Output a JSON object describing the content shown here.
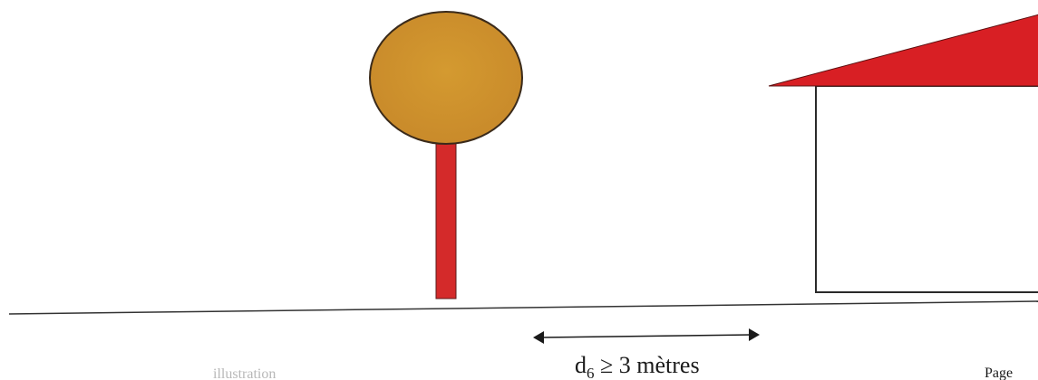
{
  "distance_label": {
    "var": "d",
    "sub": "6",
    "rest": " ≥ 3 mètres"
  },
  "footer": {
    "page_label": "Page",
    "faint_text": "illustration"
  },
  "colors": {
    "tree_canopy": "#d1962a",
    "tree_trunk": "#d42a2a",
    "roof": "#d81f24",
    "outline": "#3a2a1a",
    "ground": "#333333",
    "arrow": "#1a1a1a"
  }
}
